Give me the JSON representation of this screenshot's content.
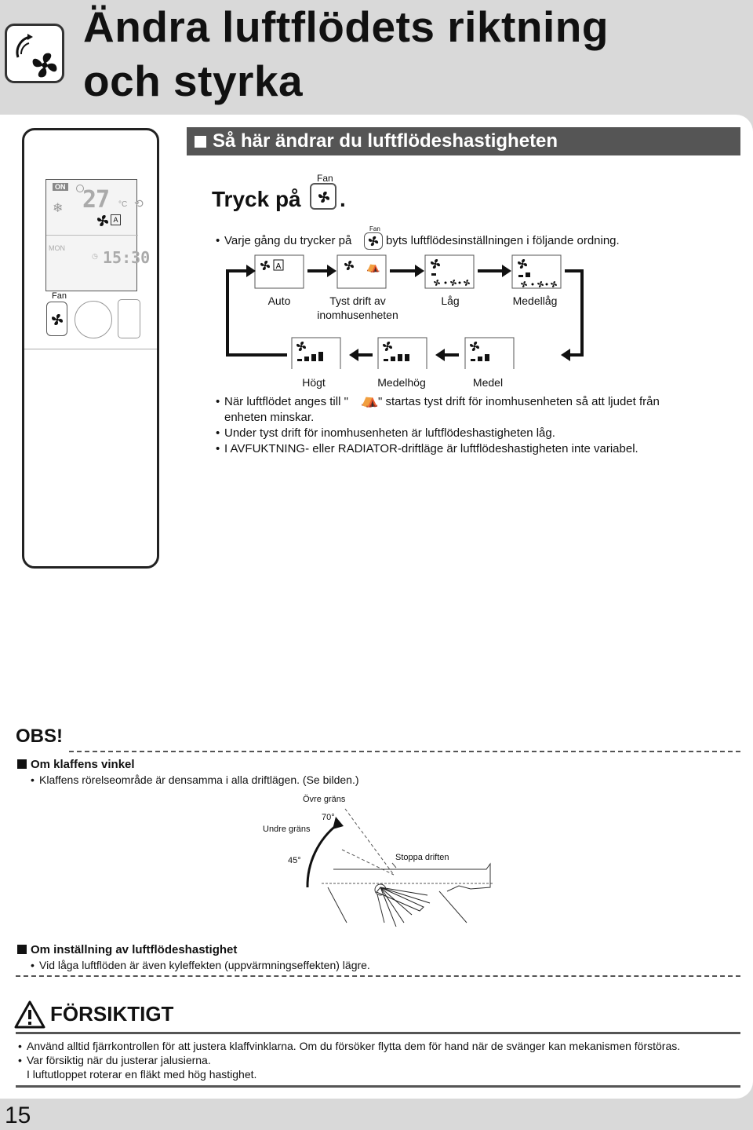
{
  "header": {
    "title_line1": "Ändra luftflödets riktning",
    "title_line2": "och styrka",
    "icon": "airflow-fan-icon"
  },
  "remote": {
    "display_on": "ON",
    "display_temp": "27",
    "display_unit": "°C",
    "display_mode": "A",
    "display_day": "MON",
    "display_time": "15:30",
    "fan_label": "Fan"
  },
  "section": {
    "title": "Så här ändrar du luftflödeshastigheten"
  },
  "instruction": {
    "tryck": "Tryck på",
    "period": ".",
    "fan_label": "Fan"
  },
  "bullets_top": {
    "b1_pre": "Varje gång du trycker på",
    "b1_post": "byts luftflödesinställningen i följande ordning.",
    "b1_fan": "Fan"
  },
  "sequence": {
    "row1": [
      {
        "label": "Auto"
      },
      {
        "label": "Tyst drift av inomhusenheten"
      },
      {
        "label": "Låg"
      },
      {
        "label": "Medellåg"
      }
    ],
    "row2": [
      {
        "label": "Högt"
      },
      {
        "label": "Medelhög"
      },
      {
        "label": "Medel"
      }
    ]
  },
  "notes": {
    "n1_pre": "När luftflödet anges till \"",
    "n1_post": "\" startas tyst drift för inomhusenheten så att ljudet från",
    "n1_line2": "enheten minskar.",
    "n2": "Under tyst drift för inomhusenheten är luftflödeshastigheten låg.",
    "n3": "I AVFUKTNING- eller RADIATOR-driftläge är luftflödeshastigheten inte variabel."
  },
  "obs": {
    "title": "OBS!",
    "h1": "Om klaffens vinkel",
    "b1": "Klaffens rörelseområde är densamma i alla driftlägen. (Se bilden.)",
    "diagram": {
      "upper": "Övre gräns",
      "lower": "Undre gräns",
      "angle70": "70°",
      "angle45": "45°",
      "stop": "Stoppa driften"
    },
    "h2": "Om inställning av luftflödeshastighet",
    "b2": "Vid låga luftflöden är även kyleffekten (uppvärmningseffekten) lägre."
  },
  "caution": {
    "title": "FÖRSIKTIGT",
    "c1": "Använd alltid fjärrkontrollen för att justera klaffvinklarna. Om du försöker flytta dem för hand när de svänger kan mekanismen förstöras.",
    "c2": "Var försiktig när du justerar jalusierna.",
    "c3": "I luftutloppet roterar en fläkt med hög hastighet."
  },
  "page_number": "15"
}
